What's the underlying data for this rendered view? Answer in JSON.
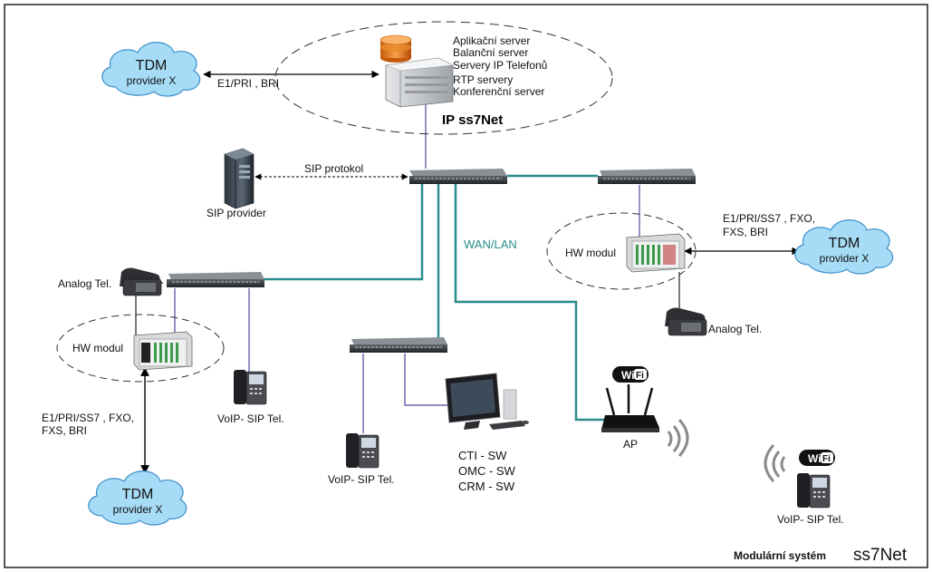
{
  "diagram": {
    "server_stack": [
      "Aplikační server",
      "Balanční server",
      "Servery IP Telefonů",
      "RTP servery",
      "Konferenční server"
    ],
    "core_name": "IP ss7Net",
    "clouds": {
      "top_left": {
        "title": "TDM",
        "subtitle": "provider X"
      },
      "right": {
        "title": "TDM",
        "subtitle": "provider X"
      },
      "bottom_left": {
        "title": "TDM",
        "subtitle": "provider X"
      }
    },
    "links": {
      "e1_pri_bri": "E1/PRI , BRI",
      "sip_protocol": "SIP protokol",
      "wan_lan": "WAN/LAN",
      "right_trunk": [
        "E1/PRI/SS7 , FXO,",
        "FXS, BRI"
      ],
      "left_trunk": [
        "E1/PRI/SS7 , FXO,",
        "FXS, BRI"
      ]
    },
    "nodes": {
      "sip_provider": "SIP provider",
      "hw_module_right": "HW modul",
      "hw_module_left": "HW modul",
      "analog_left": "Analog Tel.",
      "analog_right": "Analog Tel.",
      "voip_left": "VoIP- SIP Tel.",
      "voip_center": "VoIP- SIP Tel.",
      "voip_right": "VoIP- SIP Tel.",
      "ap": "AP",
      "wifi_badge": "Wi Fi",
      "software": [
        "CTI - SW",
        "OMC - SW",
        "CRM - SW"
      ]
    },
    "footer": {
      "label": "Modulární systém",
      "brand": "ss7Net"
    },
    "colors": {
      "wan_link": "#2a8c8c",
      "lan_link": "#4a4aa0",
      "cloud": "#a7dcf7",
      "cloud_stroke": "#3d8fc9"
    }
  }
}
